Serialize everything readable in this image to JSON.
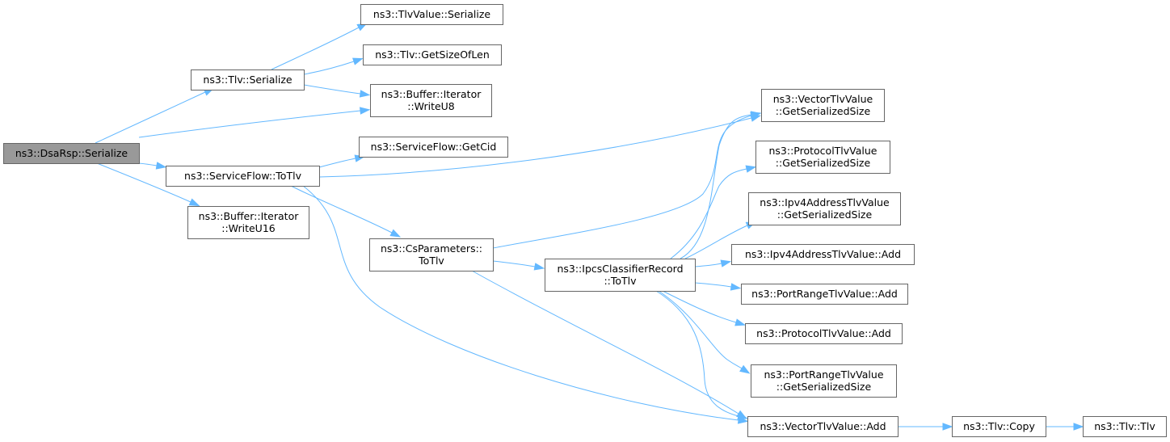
{
  "graph": {
    "nodes": {
      "dsarsp_serialize": {
        "lines": [
          "ns3::DsaRsp::Serialize"
        ],
        "root": true
      },
      "tlv_serialize": {
        "lines": [
          "ns3::Tlv::Serialize"
        ]
      },
      "serviceflow_totlv": {
        "lines": [
          "ns3::ServiceFlow::ToTlv"
        ]
      },
      "buffer_writeu16": {
        "lines": [
          "ns3::Buffer::Iterator",
          "::WriteU16"
        ]
      },
      "tlvvalue_serialize": {
        "lines": [
          "ns3::TlvValue::Serialize"
        ]
      },
      "tlv_getsizeoflen": {
        "lines": [
          "ns3::Tlv::GetSizeOfLen"
        ]
      },
      "buffer_writeu8": {
        "lines": [
          "ns3::Buffer::Iterator",
          "::WriteU8"
        ]
      },
      "serviceflow_getcid": {
        "lines": [
          "ns3::ServiceFlow::GetCid"
        ]
      },
      "csparameters_totlv": {
        "lines": [
          "ns3::CsParameters::",
          "ToTlv"
        ]
      },
      "ipcs_totlv": {
        "lines": [
          "ns3::IpcsClassifierRecord",
          "::ToTlv"
        ]
      },
      "vectortlv_getsize": {
        "lines": [
          "ns3::VectorTlvValue",
          "::GetSerializedSize"
        ]
      },
      "protocoltlv_getsize": {
        "lines": [
          "ns3::ProtocolTlvValue",
          "::GetSerializedSize"
        ]
      },
      "ipv4tlv_getsize": {
        "lines": [
          "ns3::Ipv4AddressTlvValue",
          "::GetSerializedSize"
        ]
      },
      "ipv4tlv_add": {
        "lines": [
          "ns3::Ipv4AddressTlvValue::Add"
        ]
      },
      "portrange_add": {
        "lines": [
          "ns3::PortRangeTlvValue::Add"
        ]
      },
      "protocoltlv_add": {
        "lines": [
          "ns3::ProtocolTlvValue::Add"
        ]
      },
      "portrange_getsize": {
        "lines": [
          "ns3::PortRangeTlvValue",
          "::GetSerializedSize"
        ]
      },
      "vectortlv_add": {
        "lines": [
          "ns3::VectorTlvValue::Add"
        ]
      },
      "tlv_copy": {
        "lines": [
          "ns3::Tlv::Copy"
        ]
      },
      "tlv_tlv": {
        "lines": [
          "ns3::Tlv::Tlv"
        ]
      }
    },
    "edges": [
      [
        "dsarsp_serialize",
        "tlv_serialize"
      ],
      [
        "dsarsp_serialize",
        "buffer_writeu8"
      ],
      [
        "dsarsp_serialize",
        "serviceflow_totlv"
      ],
      [
        "dsarsp_serialize",
        "buffer_writeu16"
      ],
      [
        "tlv_serialize",
        "tlvvalue_serialize"
      ],
      [
        "tlv_serialize",
        "tlv_getsizeoflen"
      ],
      [
        "tlv_serialize",
        "buffer_writeu8"
      ],
      [
        "serviceflow_totlv",
        "serviceflow_getcid"
      ],
      [
        "serviceflow_totlv",
        "vectortlv_getsize"
      ],
      [
        "serviceflow_totlv",
        "csparameters_totlv"
      ],
      [
        "serviceflow_totlv",
        "vectortlv_add"
      ],
      [
        "csparameters_totlv",
        "vectortlv_getsize"
      ],
      [
        "csparameters_totlv",
        "ipcs_totlv"
      ],
      [
        "csparameters_totlv",
        "vectortlv_add"
      ],
      [
        "ipcs_totlv",
        "vectortlv_getsize"
      ],
      [
        "ipcs_totlv",
        "protocoltlv_getsize"
      ],
      [
        "ipcs_totlv",
        "ipv4tlv_getsize"
      ],
      [
        "ipcs_totlv",
        "ipv4tlv_add"
      ],
      [
        "ipcs_totlv",
        "portrange_add"
      ],
      [
        "ipcs_totlv",
        "protocoltlv_add"
      ],
      [
        "ipcs_totlv",
        "portrange_getsize"
      ],
      [
        "ipcs_totlv",
        "vectortlv_add"
      ],
      [
        "vectortlv_add",
        "tlv_copy"
      ],
      [
        "tlv_copy",
        "tlv_tlv"
      ]
    ]
  },
  "colors": {
    "edge": "#63b8ff",
    "node_border": "#666666",
    "root_fill": "#999999",
    "node_fill": "#ffffff"
  }
}
